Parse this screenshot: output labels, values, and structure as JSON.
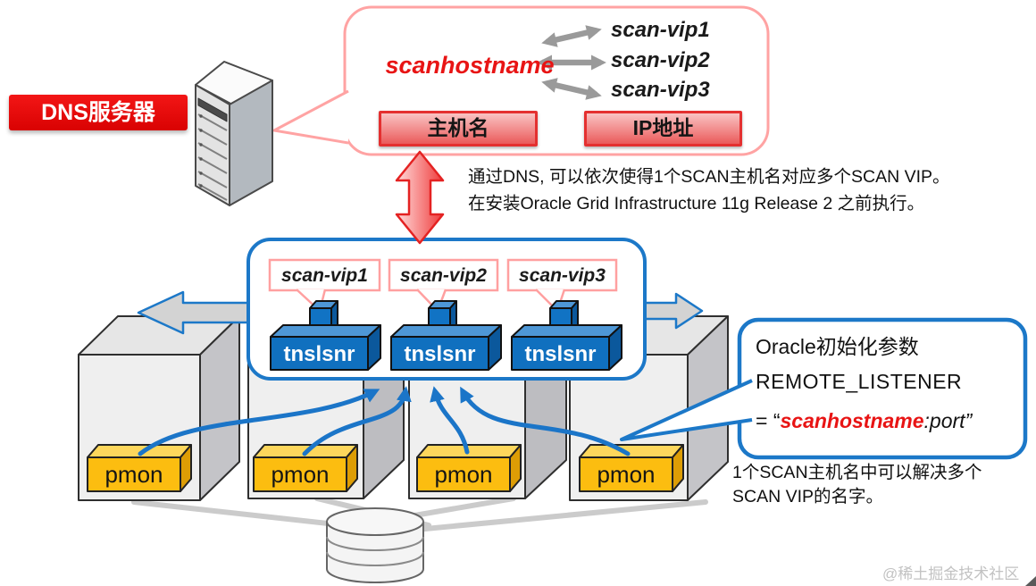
{
  "dns_server": {
    "label": "DNS服务器"
  },
  "dns_bubble": {
    "hostname": "scanhostname",
    "vips": [
      "scan-vip1",
      "scan-vip2",
      "scan-vip3"
    ],
    "hostname_col": "主机名",
    "ip_col": "IP地址"
  },
  "dns_note": {
    "line1": "通过DNS, 可以依次使得1个SCAN主机名对应多个SCAN VIP。",
    "line2": "在安装Oracle Grid Infrastructure 11g Release 2 之前执行。"
  },
  "cluster": {
    "vips": [
      "scan-vip1",
      "scan-vip2",
      "scan-vip3"
    ],
    "listeners": [
      "tnslsnr",
      "tnslsnr",
      "tnslsnr"
    ],
    "pmons": [
      "pmon",
      "pmon",
      "pmon",
      "pmon"
    ]
  },
  "remote_listener": {
    "line1": "Oracle初始化参数",
    "line2": "REMOTE_LISTENER",
    "line3_eq": "= “",
    "line3_host": "scanhostname",
    "line3_suffix": ":port”"
  },
  "scan_note": {
    "line1": "1个SCAN主机名中可以解决多个",
    "line2": "SCAN VIP的名字。"
  },
  "watermark": "@稀土掘金技术社区",
  "colors": {
    "accent_red": "#e60000",
    "pink_border": "#ffa0a0",
    "blue": "#1c78c8",
    "gold": "#fcbd10",
    "arrow_gray": "#9a9a9a"
  }
}
